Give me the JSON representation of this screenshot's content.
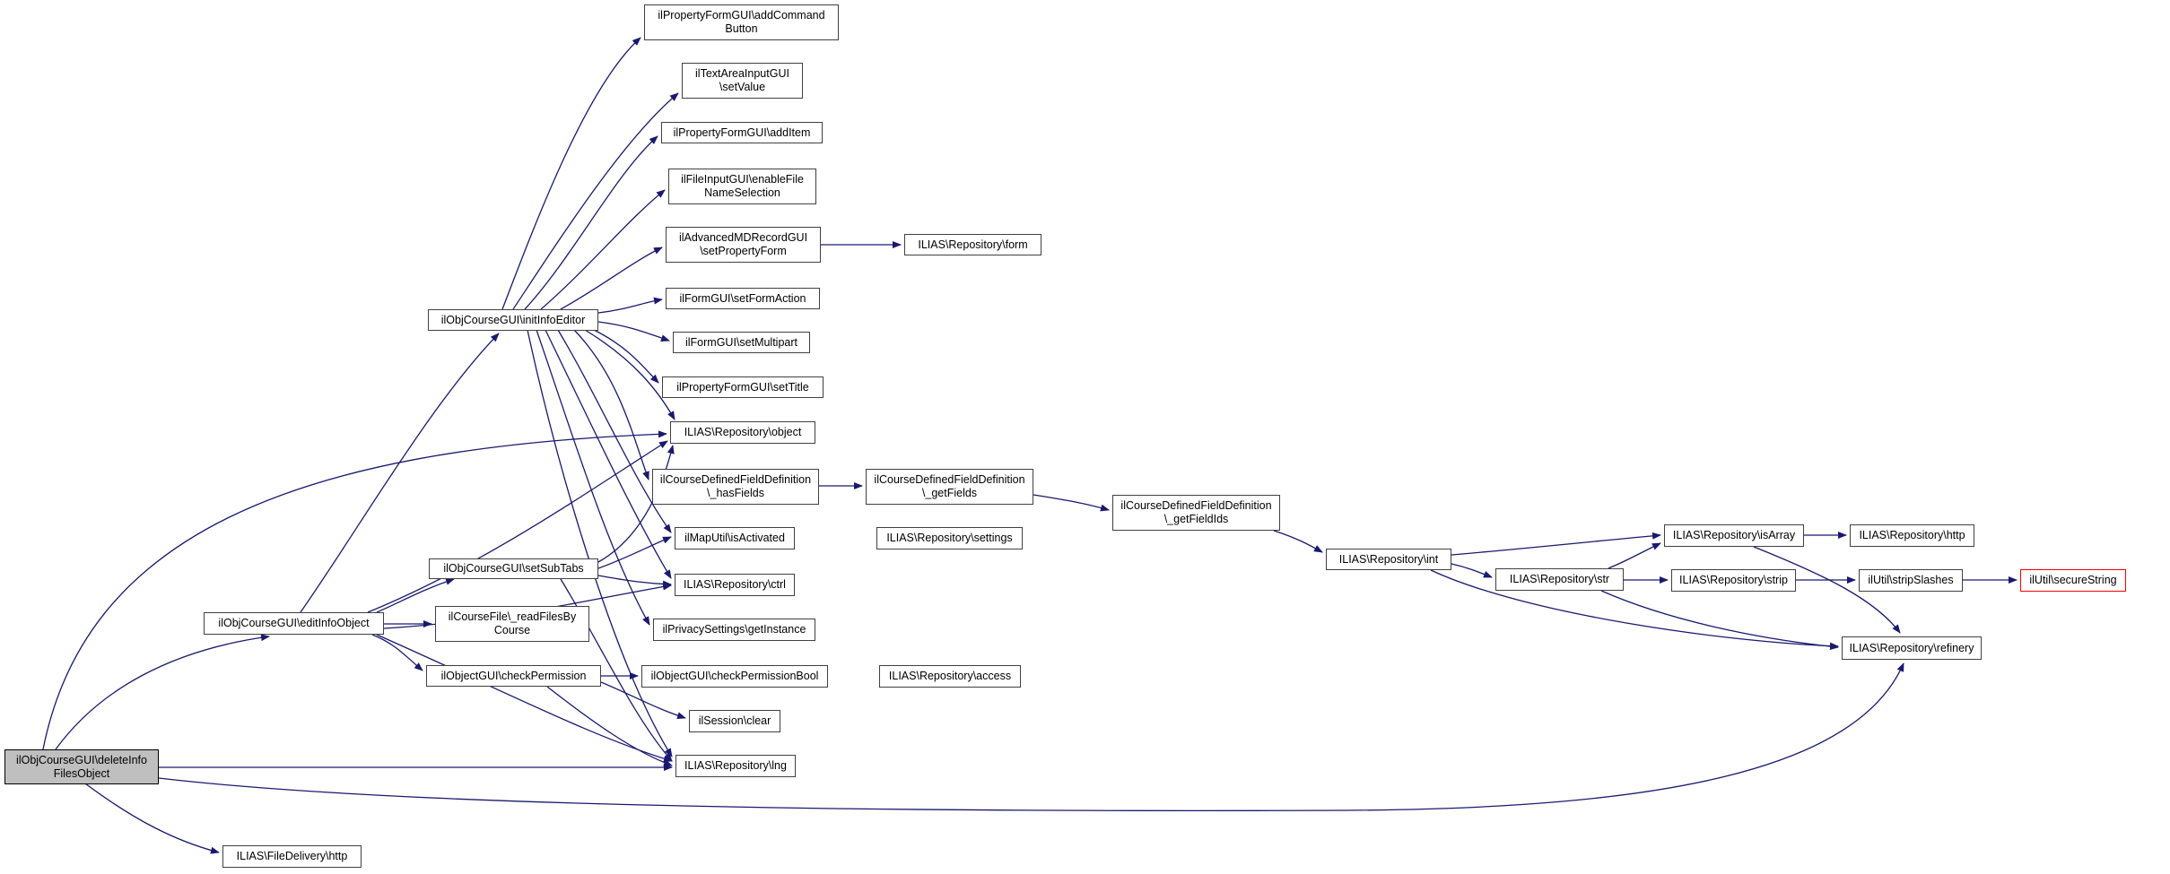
{
  "diagram": {
    "type": "call-graph",
    "colors": {
      "edge": "#191970",
      "node_border": "#404040",
      "root_fill": "#bfbfbf",
      "highlight_border": "#ff0000",
      "background": "#ffffff"
    },
    "nodes": {
      "root": {
        "label": "ilObjCourseGUI\\deleteInfo\nFilesObject"
      },
      "fileDeliveryHttp": {
        "label": "ILIAS\\FileDelivery\\http"
      },
      "editInfoObject": {
        "label": "ilObjCourseGUI\\editInfoObject"
      },
      "initInfoEditor": {
        "label": "ilObjCourseGUI\\initInfoEditor"
      },
      "setSubTabs": {
        "label": "ilObjCourseGUI\\setSubTabs"
      },
      "readFilesByCourse": {
        "label": "ilCourseFile\\_readFilesBy\nCourse"
      },
      "checkPermission": {
        "label": "ilObjectGUI\\checkPermission"
      },
      "addCommandButton": {
        "label": "ilPropertyFormGUI\\addCommand\nButton"
      },
      "setValue": {
        "label": "ilTextAreaInputGUI\n\\setValue"
      },
      "addItem": {
        "label": "ilPropertyFormGUI\\addItem"
      },
      "enableFileNameSelection": {
        "label": "ilFileInputGUI\\enableFile\nNameSelection"
      },
      "setPropertyForm": {
        "label": "ilAdvancedMDRecordGUI\n\\setPropertyForm"
      },
      "repoForm": {
        "label": "ILIAS\\Repository\\form"
      },
      "setFormAction": {
        "label": "ilFormGUI\\setFormAction"
      },
      "setMultipart": {
        "label": "ilFormGUI\\setMultipart"
      },
      "setTitle": {
        "label": "ilPropertyFormGUI\\setTitle"
      },
      "repoObject": {
        "label": "ILIAS\\Repository\\object"
      },
      "hasFields": {
        "label": "ilCourseDefinedFieldDefinition\n\\_hasFields"
      },
      "getFields": {
        "label": "ilCourseDefinedFieldDefinition\n\\_getFields"
      },
      "isActivated": {
        "label": "ilMapUtil\\isActivated"
      },
      "repoSettings": {
        "label": "ILIAS\\Repository\\settings"
      },
      "repoCtrl": {
        "label": "ILIAS\\Repository\\ctrl"
      },
      "getInstance": {
        "label": "ilPrivacySettings\\getInstance"
      },
      "checkPermissionBool": {
        "label": "ilObjectGUI\\checkPermissionBool"
      },
      "repoAccess": {
        "label": "ILIAS\\Repository\\access"
      },
      "sessionClear": {
        "label": "ilSession\\clear"
      },
      "repoLng": {
        "label": "ILIAS\\Repository\\lng"
      },
      "getFieldIds": {
        "label": "ilCourseDefinedFieldDefinition\n\\_getFieldIds"
      },
      "repoInt": {
        "label": "ILIAS\\Repository\\int"
      },
      "repoStr": {
        "label": "ILIAS\\Repository\\str"
      },
      "isArray": {
        "label": "ILIAS\\Repository\\isArray"
      },
      "repoHttp": {
        "label": "ILIAS\\Repository\\http"
      },
      "repoStrip": {
        "label": "ILIAS\\Repository\\strip"
      },
      "stripSlashes": {
        "label": "ilUtil\\stripSlashes"
      },
      "secureString": {
        "label": "ilUtil\\secureString"
      },
      "repoRefinery": {
        "label": "ILIAS\\Repository\\refinery"
      }
    }
  }
}
